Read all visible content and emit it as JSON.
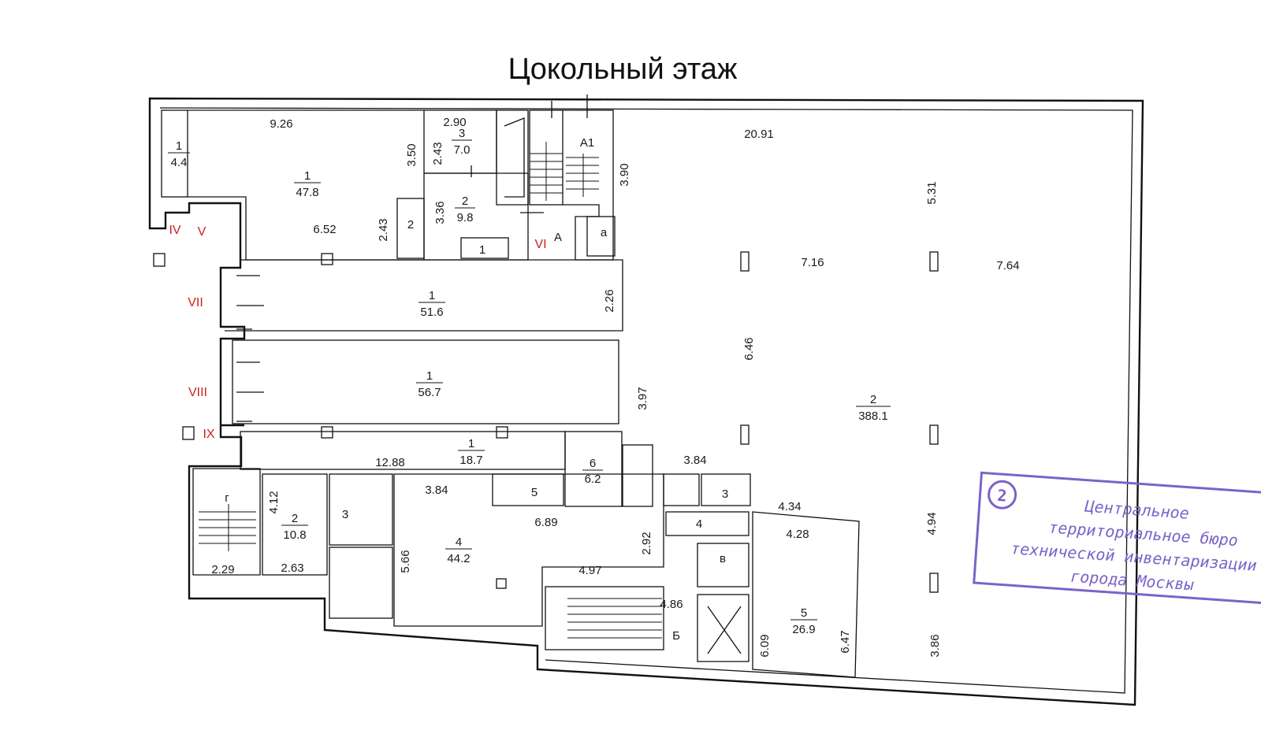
{
  "title": "Цокольный этаж",
  "rooms": [
    {
      "num": "1",
      "area": "4.4"
    },
    {
      "num": "1",
      "area": "47.8"
    },
    {
      "num": "3",
      "area": "7.0"
    },
    {
      "num": "2",
      "area": "9.8"
    },
    {
      "num": "2",
      "area": ""
    },
    {
      "num": "1",
      "area": ""
    },
    {
      "num": "1",
      "area": "51.6"
    },
    {
      "num": "1",
      "area": "56.7"
    },
    {
      "num": "1",
      "area": "18.7"
    },
    {
      "num": "6",
      "area": "6.2"
    },
    {
      "num": "5",
      "area": ""
    },
    {
      "num": "2",
      "area": "10.8"
    },
    {
      "num": "3",
      "area": ""
    },
    {
      "num": "4",
      "area": "44.2"
    },
    {
      "num": "3",
      "area": ""
    },
    {
      "num": "4",
      "area": ""
    },
    {
      "num": "5",
      "area": "26.9"
    },
    {
      "num": "2",
      "area": "388.1"
    }
  ],
  "dimensions": [
    "9.26",
    "2.90",
    "2.43",
    "3.50",
    "6.52",
    "2.43",
    "3.36",
    "3.90",
    "20.91",
    "5.31",
    "7.16",
    "7.64",
    "2.26",
    "6.46",
    "3.97",
    "12.88",
    "3.84",
    "3.84",
    "4.12",
    "2.63",
    "2.29",
    "5.66",
    "6.89",
    "2.92",
    "4.97",
    "4.86",
    "4.34",
    "4.28",
    "4.94",
    "6.09",
    "6.47",
    "3.86"
  ],
  "letters": [
    "А1",
    "А",
    "а",
    "г",
    "Б",
    "в"
  ],
  "roman": [
    "IV",
    "V",
    "VI",
    "VII",
    "VIII",
    "IX"
  ],
  "stamp": {
    "number": "2",
    "lines": [
      "Центральное",
      "территориальное бюро",
      "технической инвентаризации",
      "города Москвы"
    ]
  },
  "colors": {
    "stamp": "#7b63c8",
    "roman": "#cc1f1f",
    "ink": "#111111"
  }
}
